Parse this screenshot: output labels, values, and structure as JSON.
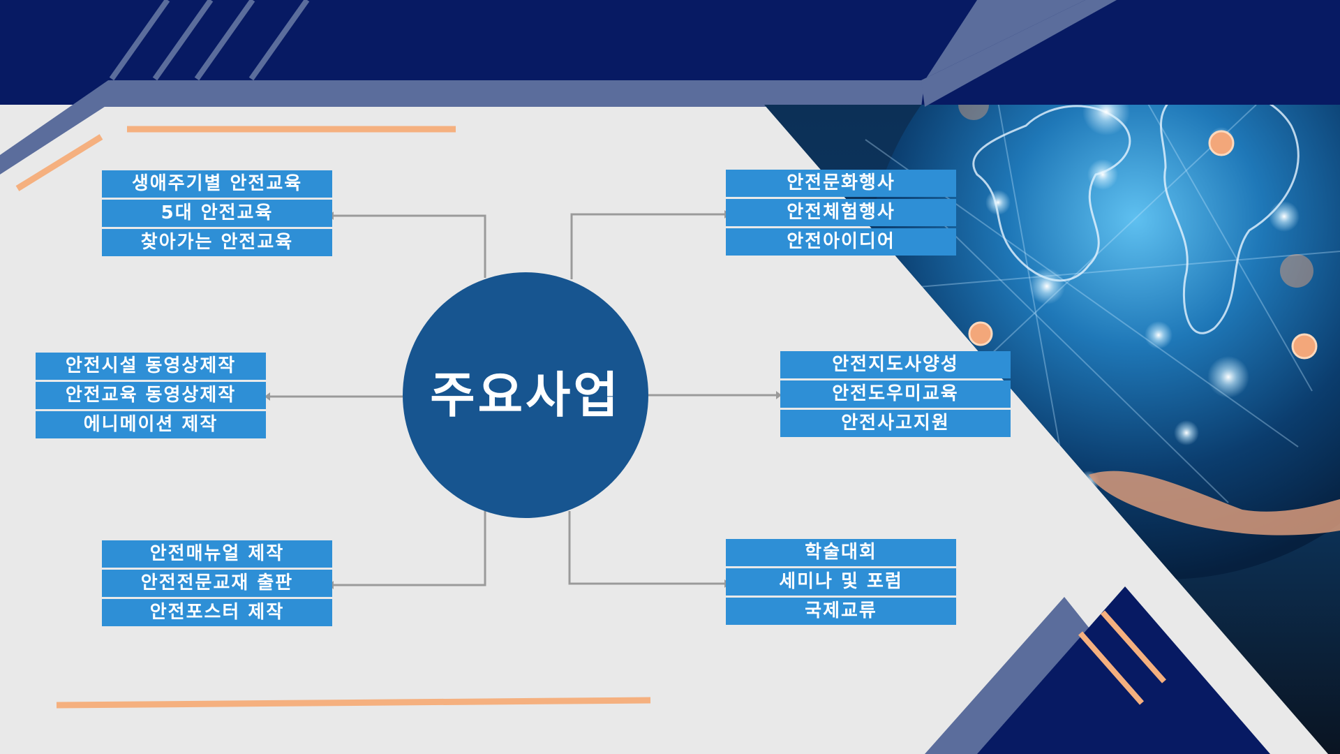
{
  "colors": {
    "background": "#e9e9e9",
    "navy": "#071a63",
    "slate_blue": "#5b6d9c",
    "accent_orange": "#f5b07f",
    "box_blue": "#2e8fd6",
    "center_circle": "#175590",
    "connector_gray": "#9a9a9a"
  },
  "center": {
    "title": "주요사업"
  },
  "groups": [
    {
      "items": [
        "생애주기별 안전교육",
        "5대 안전교육",
        "찾아가는 안전교육"
      ]
    },
    {
      "items": [
        "안전시설 동영상제작",
        "안전교육 동영상제작",
        "에니메이션 제작"
      ]
    },
    {
      "items": [
        "안전매뉴얼 제작",
        "안전전문교재 출판",
        "안전포스터 제작"
      ]
    },
    {
      "items": [
        "안전문화행사",
        "안전체험행사",
        "안전아이디어"
      ]
    },
    {
      "items": [
        "안전지도사양성",
        "안전도우미교육",
        "안전사고지원"
      ]
    },
    {
      "items": [
        "학술대회",
        "세미나 및 포럼",
        "국제교류"
      ]
    }
  ],
  "decor_image": "globe-network-image"
}
